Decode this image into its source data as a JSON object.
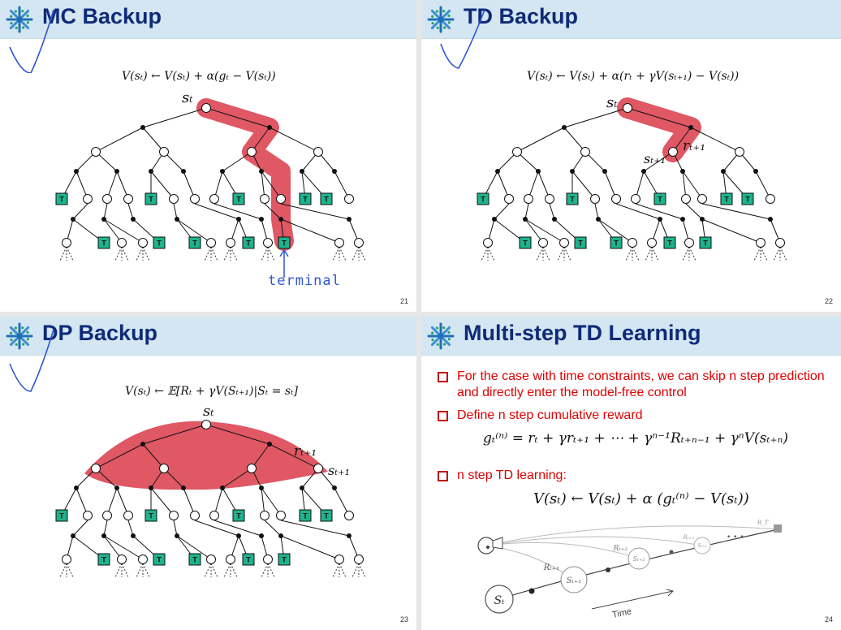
{
  "slides": [
    {
      "title": "MC Backup",
      "page": "21",
      "formula": "V(sₜ) ← V(sₜ) + α(gₜ − V(sₜ))",
      "labels": {
        "st": "sₜ",
        "terminal": "terminal"
      }
    },
    {
      "title": "TD Backup",
      "page": "22",
      "formula": "V(sₜ) ← V(sₜ) + α(rₜ + γV(sₜ₊₁) − V(sₜ))",
      "labels": {
        "st": "sₜ",
        "rt1": "rₜ₊₁",
        "st1": "sₜ₊₁"
      }
    },
    {
      "title": "DP Backup",
      "page": "23",
      "formula": "V(sₜ) ← 𝔼[Rₜ + γV(Sₜ₊₁)|Sₜ = sₜ]",
      "labels": {
        "st": "sₜ",
        "rt1": "rₜ₊₁",
        "st1": "sₜ₊₁"
      }
    },
    {
      "title": "Multi-step TD Learning",
      "page": "24",
      "bullets": [
        "For the case with time constraints, we can skip n step prediction and directly enter the model-free control",
        "Define n step cumulative reward",
        "n step TD learning:"
      ],
      "formula_g": "gₜ⁽ⁿ⁾ = rₜ + γrₜ₊₁ + ⋯ + γⁿ⁻¹Rₜ₊ₙ₋₁ + γⁿV(sₜ₊ₙ)",
      "formula_v": "V(sₜ) ← V(sₜ) + α (gₜ⁽ⁿ⁾ − V(sₜ))",
      "diagram": {
        "st": "Sₜ",
        "r1": "Rₜ₊₁",
        "s1": "Sₜ₊₁",
        "r2": "Rₜ₊₂",
        "s2": "Sₜ₊₂",
        "r3": "Rₜ₊₃",
        "s3": "Sₜ₊₃",
        "rT": "R_T",
        "dots": "• • •",
        "time": "Time"
      }
    }
  ],
  "tree_terminal_label": "T",
  "colors": {
    "title_bar": "#d3e6f1",
    "title_text": "#0f2a78",
    "highlight": "#dc4a57",
    "terminal_fill": "#1db38c",
    "bullet_text": "#e00000",
    "annotation": "#2f55d0"
  }
}
